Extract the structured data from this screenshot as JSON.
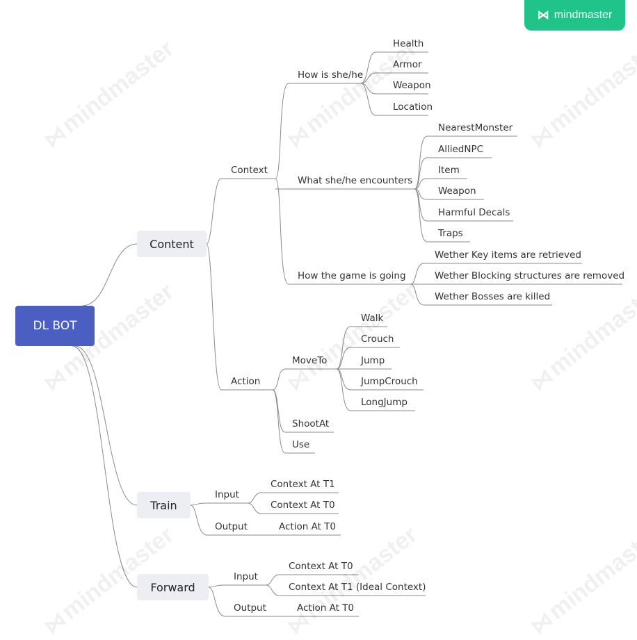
{
  "brand": {
    "icon": "mindmaster-logo-icon",
    "name": "mindmaster",
    "color": "#20c38a"
  },
  "watermark": {
    "text": "mindmaster"
  },
  "colors": {
    "root": "#4a5fc1",
    "main": "#eceef4",
    "line": "#8a8a8a"
  },
  "mindmap": {
    "root": "DL BOT",
    "main": {
      "content": "Content",
      "train": "Train",
      "forward": "Forward"
    },
    "content": {
      "context": "Context",
      "how_is": "How is she/he",
      "how_is_items": [
        "Health",
        "Armor",
        "Weapon",
        "Location"
      ],
      "encounters": "What she/he encounters",
      "encounters_items": [
        "NearestMonster",
        "AlliedNPC",
        "Item",
        "Weapon",
        "Harmful Decals",
        "Traps"
      ],
      "game_going": "How the game is going",
      "game_items": [
        "Wether Key items are retrieved",
        "Wether Blocking structures are removed",
        "Wether Bosses are killed"
      ],
      "action": "Action",
      "moveto": "MoveTo",
      "moveto_items": [
        "Walk",
        "Crouch",
        "Jump",
        "JumpCrouch",
        "LongJump"
      ],
      "shootat": "ShootAt",
      "use": "Use"
    },
    "train": {
      "input": "Input",
      "input_items": [
        "Context At T1",
        "Context At T0"
      ],
      "output": "Output",
      "output_item": "Action At T0"
    },
    "forward": {
      "input": "Input",
      "input_items": [
        "Context At T0",
        "Context At T1 (Ideal Context)"
      ],
      "output": "Output",
      "output_item": "Action At T0"
    }
  }
}
